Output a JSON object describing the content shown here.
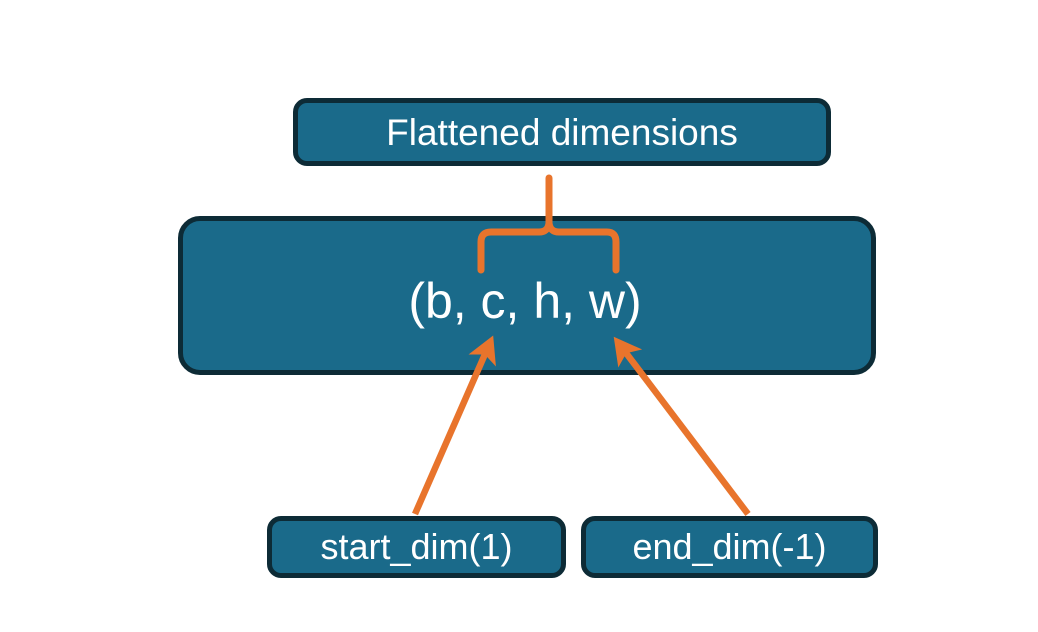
{
  "diagram": {
    "title_node": {
      "label": "Flattened dimensions",
      "name": "flattened-dimensions-box"
    },
    "shape_node": {
      "label": "(b, c, h, w)",
      "name": "tensor-shape-box"
    },
    "argument_nodes": [
      {
        "label": "start_dim(1)",
        "name": "start-dim-box"
      },
      {
        "label": "end_dim(-1)",
        "name": "end-dim-box"
      }
    ],
    "connectors": [
      {
        "name": "brace-connector",
        "type": "curly-brace",
        "from": "flattened-dimensions-box",
        "to": "tensor-shape-box",
        "spans": "c, h, w"
      },
      {
        "name": "start-dim-arrow",
        "type": "arrow",
        "from": "start-dim-box",
        "to": "tensor-shape-box",
        "points_at": "c"
      },
      {
        "name": "end-dim-arrow",
        "type": "arrow",
        "from": "end-dim-box",
        "to": "tensor-shape-box",
        "points_at": "w"
      }
    ]
  },
  "colors": {
    "box_fill": "#1a6a8a",
    "box_border": "#0d2b36",
    "box_text": "#ffffff",
    "connector": "#e8742c",
    "background": "#ffffff"
  }
}
